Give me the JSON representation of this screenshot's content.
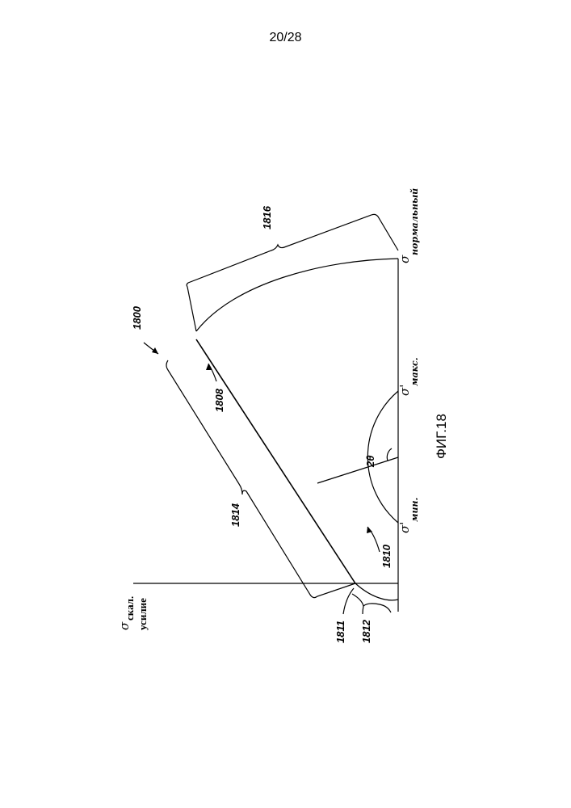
{
  "page": {
    "number": "20/28"
  },
  "figure": {
    "caption": "ФИГ.18",
    "axis_labels": {
      "shear_symbol": "σ",
      "shear_subscript": "скал.",
      "shear_word": "усилие",
      "normal_symbol": "σ",
      "normal_subscript": "нормальный",
      "min_symbol": "σ'",
      "min_subscript": "мин.",
      "max_symbol": "σ'",
      "max_subscript": "макс."
    },
    "angle_label": "2θ",
    "references": {
      "r1800": "1800",
      "r1808": "1808",
      "r1810": "1810",
      "r1811": "1811",
      "r1812": "1812",
      "r1814": "1814",
      "r1816": "1816"
    }
  }
}
